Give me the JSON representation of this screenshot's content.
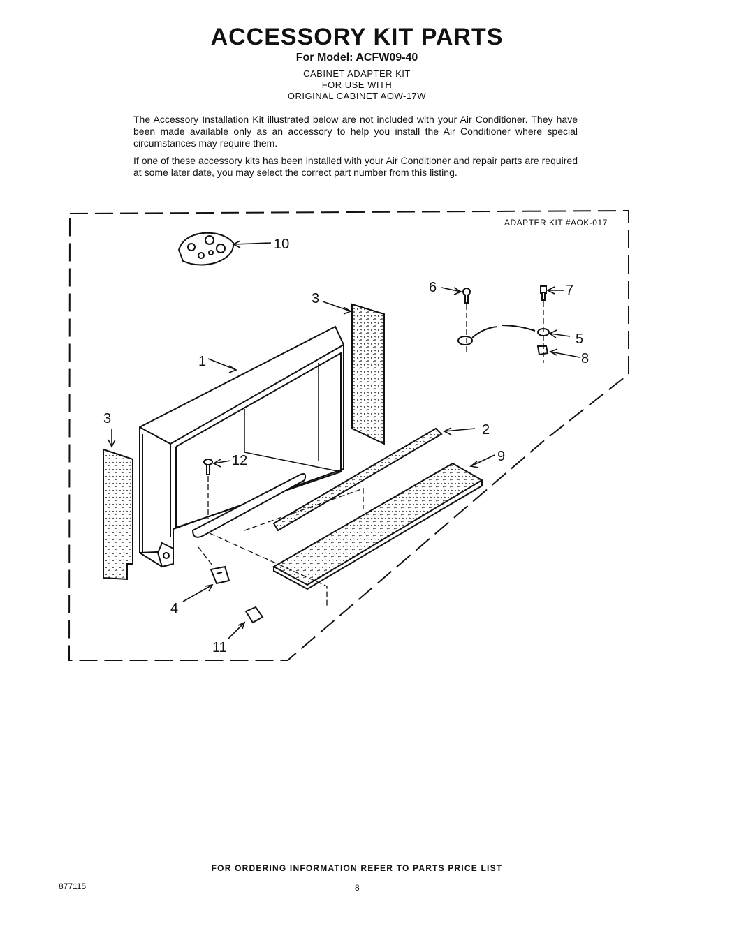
{
  "header": {
    "title": "ACCESSORY KIT PARTS",
    "model": "For Model: ACFW09-40",
    "kit_lines": [
      "CABINET ADAPTER KIT",
      "FOR USE WITH",
      "ORIGINAL CABINET AOW-17W"
    ]
  },
  "intro": {
    "paragraph_1": "The Accessory Installation Kit illustrated below are not included with your Air Conditioner. They have been made available only as an accessory to help you install the Air Conditioner where special circumstances may require them.",
    "paragraph_2": "If one of these accessory kits has been installed with your Air Conditioner and repair parts are required at some later date, you may select the correct part number from this listing."
  },
  "diagram": {
    "kit_label": "ADAPTER KIT #AOK-017",
    "callouts": {
      "c1": "1",
      "c2": "2",
      "c3a": "3",
      "c3b": "3",
      "c4": "4",
      "c5": "5",
      "c6": "6",
      "c7": "7",
      "c8": "8",
      "c9": "9",
      "c10": "10",
      "c11": "11",
      "c12": "12"
    }
  },
  "footer": {
    "ordering_note": "FOR ORDERING INFORMATION REFER TO PARTS PRICE LIST",
    "doc_number": "877115",
    "page_number": "8"
  }
}
